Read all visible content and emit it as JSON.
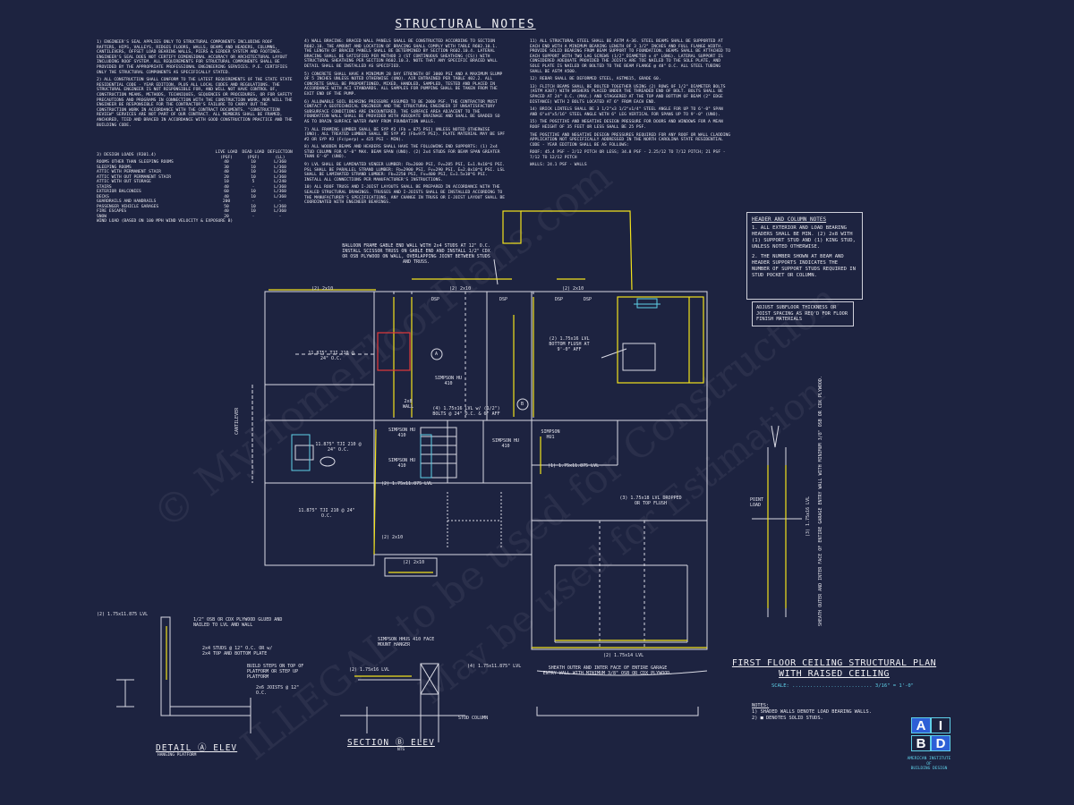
{
  "title": "STRUCTURAL NOTES",
  "notes_col1": [
    "1) ENGINEER'S SEAL APPLIES ONLY TO STRUCTURAL COMPONENTS INCLUDING ROOF RAFTERS, HIPS, VALLEYS, RIDGES FLOORS, WALLS, BEAMS AND HEADERS, COLUMNS, CANTILEVERS, OFFSET LOAD BEARING WALLS, PIERS & GIRDER SYSTEM AND FOOTINGS. ENGINEER'S SEAL DOES NOT CERTIFY DIMENSIONAL ACCURACY OR ARCHITECTURAL LAYOUT INCLUDING ROOF SYSTEM. ALL REQUIREMENTS FOR STRUCTURAL COMPONENTS SHALL BE PROVIDED BY THE APPROPRIATE PROFESSIONAL ENGINEERING SERVICES. P.E. CERTIFIES ONLY THE STRUCTURAL COMPONENTS AS SPECIFICALLY STATED.",
    "2) ALL CONSTRUCTION SHALL CONFORM TO THE LATEST REQUIREMENTS OF THE STATE STATE RESIDENTIAL CODE - YEAR EDITION, PLUS ALL LOCAL CODES AND REGULATIONS. THE STRUCTURAL ENGINEER IS NOT RESPONSIBLE FOR, AND WILL NOT HAVE CONTROL OF, CONSTRUCTION MEANS, METHODS, TECHNIQUES, SEQUENCES OR PROCEDURES, OR FOR SAFETY PRECAUTIONS AND PROGRAMS IN CONNECTION WITH THE CONSTRUCTION WORK, NOR WILL THE ENGINEER BE RESPONSIBLE FOR THE CONTRACTOR'S FAILURE TO CARRY OUT THE CONSTRUCTION WORK IN ACCORDANCE WITH THE CONTRACT DOCUMENTS. \"CONSTRUCTION REVIEW\" SERVICES ARE NOT PART OF OUR CONTRACT. ALL MEMBERS SHALL BE FRAMED, ANCHORED, TIED AND BRACED IN ACCORDANCE WITH GOOD CONSTRUCTION PRACTICE AND THE BUILDING CODE."
  ],
  "loads": {
    "heading": "3) DESIGN LOADS (R301.4)",
    "col_live": "LIVE LOAD (PSF)",
    "col_dead": "DEAD LOAD (PSF)",
    "col_defl": "DEFLECTION (LL)",
    "rows": [
      [
        "ROOMS OTHER THAN SLEEPING ROOMS",
        "40",
        "10",
        "L/360"
      ],
      [
        "SLEEPING ROOMS",
        "30",
        "10",
        "L/360"
      ],
      [
        "ATTIC WITH PERMANENT STAIR",
        "40",
        "10",
        "L/360"
      ],
      [
        "ATTIC WITH OUT PERMANENT STAIR",
        "20",
        "10",
        "L/360"
      ],
      [
        "ATTIC WITH OUT STORAGE",
        "10",
        "5",
        "L/240"
      ],
      [
        "STAIRS",
        "40",
        "-",
        "L/360"
      ],
      [
        "EXTERIOR BALCONIES",
        "60",
        "10",
        "L/360"
      ],
      [
        "DECKS",
        "40",
        "10",
        "L/360"
      ],
      [
        "GUARDRAILS AND HANDRAILS",
        "200",
        "-",
        "-"
      ],
      [
        "PASSENGER VEHICLE GARAGES",
        "50",
        "10",
        "L/360"
      ],
      [
        "FIRE ESCAPES",
        "40",
        "10",
        "L/360"
      ],
      [
        "SNOW",
        "20",
        "-",
        "-"
      ]
    ],
    "wind": "WIND LOAD          (BASED ON 100 MPH WIND VELOCITY & EXPOSURE B)"
  },
  "notes_col2": [
    "4) WALL BRACING: BRACED WALL PANELS SHALL BE CONSTRUCTED ACCORDING TO SECTION R602.10. THE AMOUNT AND LOCATION OF BRACING SHALL COMPLY WITH TABLE R602.10.1. THE LENGTH OF BRACED PANELS SHALL BE DETERMINED BY SECTION R602.10.4. LATERAL BRACING SHALL BE SATISFIED PER METHOD 3 (ST CONTINUOUS SHEATHING (CS)) WITH STRUCTURAL SHEATHING PER SECTION R602.10.3. NOTE THAT ANY SPECIFIC BRACED WALL DETAIL SHALL BE INSTALLED AS SPECIFIED.",
    "5) CONCRETE SHALL HAVE A MINIMUM 28 DAY STRENGTH OF 3000 PSI AND A MAXIMUM SLUMP OF 5 INCHES UNLESS NOTED OTHERWISE (UNO). AIR ENTRAINED PER TABLE 402.2. ALL CONCRETE SHALL BE PROPORTIONED, MIXED, HANDLED, SAMPLED, TESTED AND PLACED IN ACCORDANCE WITH ACI STANDARDS. ALL SAMPLES FOR PUMPING SHALL BE TAKEN FROM THE EXIT END OF THE PUMP.",
    "6) ALLOWABLE SOIL BEARING PRESSURE ASSUMED TO BE 2000 PSF. THE CONTRACTOR MUST CONTACT A GEOTECHNICAL ENGINEER AND THE STRUCTURAL ENGINEER IF UNSATISFACTORY SUBSURFACE CONDITIONS ARE ENCOUNTERED. THE SURFACE AREA ADJACENT TO THE FOUNDATION WALL SHALL BE PROVIDED WITH ADEQUATE DRAINAGE AND SHALL BE GRADED SO AS TO DRAIN SURFACE WATER AWAY FROM FOUNDATION WALLS.",
    "7) ALL FRAMING LUMBER SHALL BE SYP #2 (Fb = 875 PSI) UNLESS NOTED OTHERWISE (UNO). ALL TREATED LUMBER SHALL BE SYP #2 (Fb=975 PSI). PLATE MATERIAL MAY BE SPF #2 OR SYP #3 (Fc(perp) = 425 PSI - MIN).",
    "8) ALL WOODEN BEAMS AND HEADERS SHALL HAVE THE FOLLOWING END SUPPORTS: (1) 2x4 STUD COLUMN FOR 6'-0\" MAX. BEAM SPAN (UNO). (2) 2x4 STUDS FOR BEAM SPAN GREATER THAN 6'-0\" (UNO).",
    "9) LVL SHALL BE LAMINATED VENEER LUMBER: Fb=2600 PSI, Fv=285 PSI, E=1.9x10^6 PSI. PSL SHALL BE PARALLEL STRAND LUMBER: Fb=2900 PSI, Fv=290 PSI, E=2.0x10^6 PSI. LSL SHALL BE LAMINATED STRAND LUMBER: Fb=2250 PSI, Fv=400 PSI, E=1.5x10^6 PSI. INSTALL ALL CONNECTIONS PER MANUFACTURER'S INSTRUCTIONS.",
    "10) ALL ROOF TRUSS AND I-JOIST LAYOUTS SHALL BE PREPARED IN ACCORDANCE WITH THE SEALED STRUCTURAL DRAWINGS. TRUSSES AND I-JOISTS SHALL BE INSTALLED ACCORDING TO THE MANUFACTURER'S SPECIFICATIONS. ANY CHANGE IN TRUSS OR I-JOIST LAYOUT SHALL BE COORDINATED WITH ENGINEER BEARINGS."
  ],
  "notes_col3": [
    "11) ALL STRUCTURAL STEEL SHALL BE ASTM A-36. STEEL BEAMS SHALL BE SUPPORTED AT EACH END WITH A MINIMUM BEARING LENGTH OF 3 1/2\" INCHES AND FULL FLANGE WIDTH. PROVIDE SOLID BEARING FROM BEAM SUPPORT TO FOUNDATION. BEAMS SHALL BE ATTACHED TO EACH SUPPORT WITH TWO LAG SCREWS (1/2\" DIAMETER x 4\" LONG). LATERAL SUPPORT IS CONSIDERED ADEQUATE PROVIDED THE JOISTS ARE TOE NAILED TO THE SOLE PLATE, AND SOLE PLATE IS NAILED OR BOLTED TO THE BEAM FLANGE @ 48\" O.C. ALL STEEL TUBING SHALL BE ASTM A500.",
    "12) REBAR SHALL BE DEFORMED STEEL, ASTM615, GRADE 60.",
    "13) FLITCH BEAMS SHALL BE BOLTED TOGETHER USING (2) ROWS OF 1/2\" DIAMETER BOLTS (ASTM A307) WITH WASHERS PLACED UNDER THE THREADED END OF BOLT. BOLTS SHALL BE SPACED AT 24\" O.C. (MAX.) AND STAGGERED AT THE TOP AND BOTTOM OF BEAM (2\" EDGE DISTANCE) WITH 2 BOLTS LOCATED AT 6\" FROM EACH END.",
    "14) BRICK LINTELS SHALL BE 3 1/2\"x3 1/2\"x1/4\" STEEL ANGLE FOR UP TO 6'-0\" SPAN AND 6\"x4\"x5/16\" STEEL ANGLE WITH 6\" LEG VERTICAL FOR SPANS UP TO 9'-0\" (UNO).",
    "15) THE POSITIVE AND NEGATIVE DESIGN PRESSURE FOR DOORS AND WINDOWS FOR A MEAN ROOF HEIGHT OF 35 FEET OR LESS SHALL BE 25 PSF.",
    "THE POSITIVE AND NEGATIVE DESIGN PRESSURES REQUIRED FOR ANY ROOF OR WALL CLADDING APPLICATION NOT SPECIFICALLY ADDRESSED IN THE NORTH CAROLINA STATE RESIDENTIAL CODE - YEAR EDITION SHALL BE AS FOLLOWS:",
    "ROOF: 45.4 PSF - 2/12 PITCH OR LESS; 34.8 PSF - 2.25/12 TO 7/12 PITCH; 21 PSF - 7/12 TO 12/12 PITCH",
    "WALLS: 24.1 PSF - WALLS"
  ],
  "header_column_notes": {
    "heading": "HEADER AND COLUMN NOTES",
    "items": [
      "1. ALL EXTERIOR AND LOAD BEARING HEADERS SHALL BE MIN. (2) 2x8 WITH (1) SUPPORT STUD AND (1) KING STUD, UNLESS NOTED OTHERWISE.",
      "2. THE NUMBER SHOWN AT BEAM AND HEADER SUPPORTS INDICATES THE NUMBER OF SUPPORT STUDS REQUIRED IN STUD POCKET OR COLUMN."
    ]
  },
  "adjust_note": "ADJUST SUBFLOOR THICKNESS OR JOIST SPACING AS REQ'D FOR FLOOR FINISH MATERIALS",
  "plan_labels": {
    "balloon": "BALLOON FRAME GABLE END WALL WITH 2x4 STUDS AT 12\" O.C. INSTALL SCISSOR TRUSS ON GABLE END AND INSTALL 1/2\" CDX OR OSB PLYWOOD ON WALL, OVERLAPPING JOINT BETWEEN STUDS AND TRUSS.",
    "h_2x10_a": "(2) 2x10",
    "h_2x10_b": "(2) 2x10",
    "h_2x10_c": "(2) 2x10",
    "h_2x10_d": "(2) 2x10",
    "h_2x10_e": "(2) 2x10",
    "dsp1": "DSP",
    "dsp2": "DSP",
    "dsp3": "DSP",
    "dsp4": "DSP",
    "tj_left1": "11.875\" TJI 210 @ 24\" O.C.",
    "tj_left2": "11.875\" TJI 210 @ 24\" O.C.",
    "tj_left3": "11.875\" TJI 210 @ 24\" O.C.",
    "lvl_bottom_flush": "(2) 1.75x16 LVL BOTTOM FLUSH AT 9'-0\" AFF",
    "lvl_dropped": "(3) 1.75x18 LVL DROPPED OR TOP FLUSH",
    "lvl_1": "(2) 1.75x11.875 LVL",
    "lvl_2": "(1) 1.75x11.875 LVL",
    "lvl_3": "(2) 1.75x14 LVL",
    "simpson_a": "SIMPSON HU 410",
    "simpson_b": "SIMPSON HU 410",
    "simpson_c": "SIMPSON HU 410",
    "simpson_d": "SIMPSON HU 410",
    "simpson_e": "SIMPSON HU1",
    "lvl_bolts": "(4) 1.75x16 LVL w/ (1/2\") BOLTS @ 24\" O.C. & 6\" AFF",
    "wall_2x8": "2x8 WALL",
    "cantilever": "CANTILEVER",
    "mark_a": "A",
    "mark_b": "B",
    "sheath": "SHEATH OUTER AND INTER FACE OF ENTIRE GARAGE ENTRY WALL WITH MINIMUM 3/8\" OSB OR CDX PLYWOOD.",
    "point_load": "POINT LOAD",
    "right_lvl": "(3) 1.75x16 LVL",
    "right_sheath": "SHEATH OUTER AND INTER FACE OF ENTIRE GARAGE ENTRY WALL WITH MINIMUM 3/8\" OSB OR CDX PLYWOOD."
  },
  "detail_a": {
    "lvl": "(2) 1.75x11.875 LVL",
    "osb": "1/2\" OSB OR CDX PLYWOOD GLUED AND NAILED TO LVL AND WALL",
    "studs": "2x4 STUDS @ 12\" O.C. OR w/ 2x4 TOP AND BOTTOM PLATE",
    "steps": "BUILD STEPS ON TOP OF PLATFORM OR STEP UP PLATFORM",
    "joists": "2x6 JOISTS @ 12\" O.C.",
    "title": "DETAIL Ⓐ ELEV",
    "sub": "HANGING PLATFORM"
  },
  "section_b": {
    "hanger": "SIMPSON HHUS 410 FACE MOUNT HANGER",
    "lvl_a": "(2) 1.75x16 LVL",
    "lvl_b": "(4) 1.75x11.875\" LVL",
    "stud": "STUD COLUMN",
    "title": "SECTION Ⓑ ELEV",
    "sub": "NTS"
  },
  "plan_title_line1": "FIRST FLOOR CEILING STRUCTURAL PLAN",
  "plan_title_line2": "WITH RAISED CEILING",
  "scale": "SCALE: ........................... 3/16\" = 1'-0\"",
  "notes": {
    "heading": "NOTES:",
    "items": [
      "1) SHADED WALLS DENOTE LOAD BEARING WALLS.",
      "2) ■ DENOTES SOLID STUDS."
    ]
  },
  "logo": {
    "a": "A",
    "i": "I",
    "b": "B",
    "d": "D",
    "line1": "AMERICAN INSTITUTE",
    "line2": "OF",
    "line3": "BUILDING DESIGN"
  },
  "watermark_1": "© MyHomeFloorPlans.com",
  "watermark_2": "ILLEGAL to be used for Construction",
  "watermark_3": "May be used for Estimation",
  "colors": {
    "background": "#1d2340",
    "lines": "#d9dae4",
    "beam": "#f2e21c",
    "accent": "#5fd0e8",
    "fireplace": "#e23a3a"
  }
}
